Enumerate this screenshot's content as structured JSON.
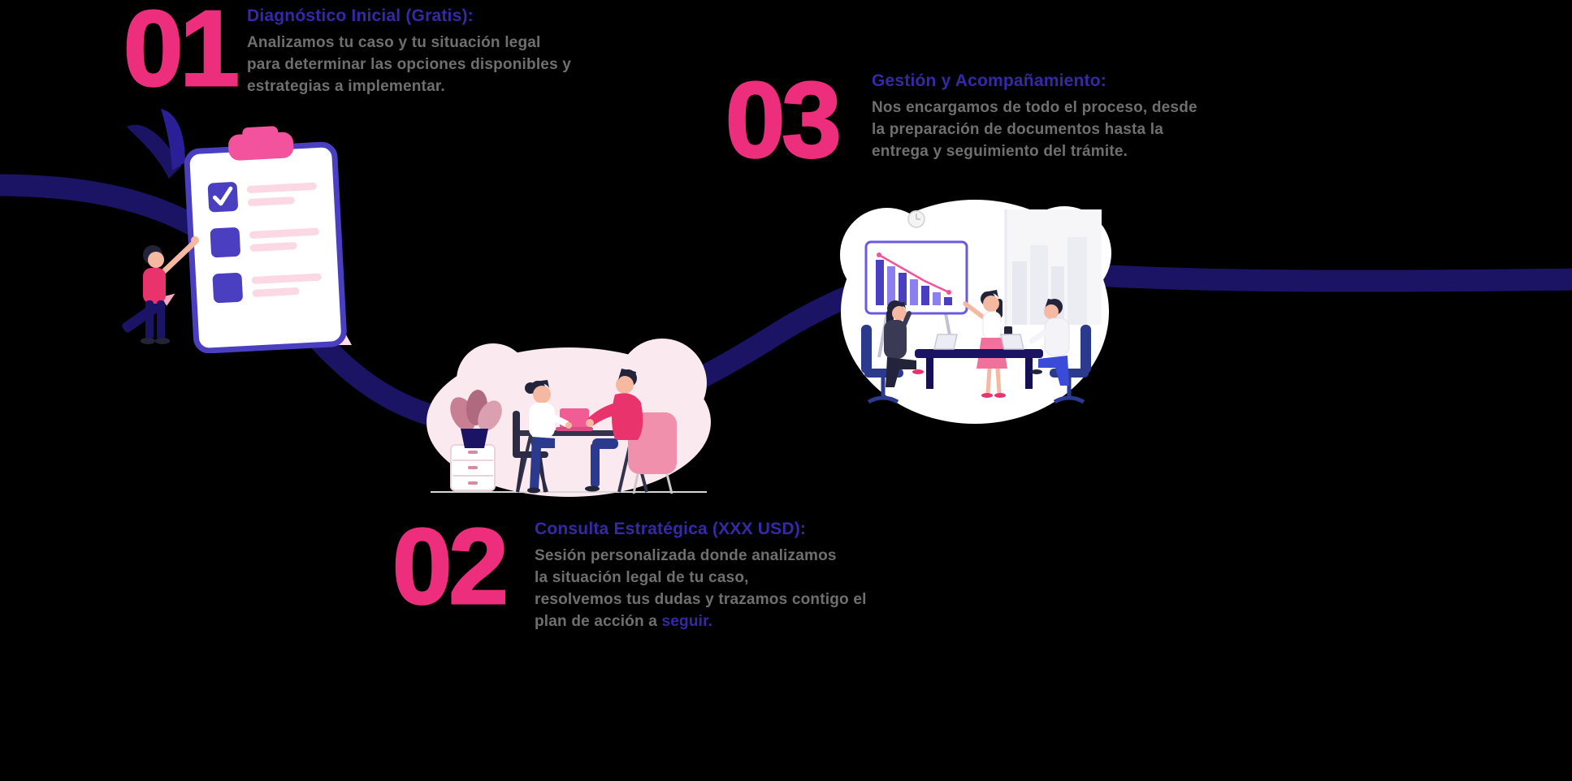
{
  "page": {
    "type": "process-infographic",
    "background": "#000000"
  },
  "colors": {
    "accent_pink": "#EC2E7C",
    "title_blue": "#3629A8",
    "wave_navy": "#1B1464",
    "body_text_gray": "#6F6F6F",
    "blob_pink": "#FBE9F0",
    "blob_white": "#FFFFFF",
    "clipboard_purple": "#4A3FC0",
    "clip_pink": "#F3529C"
  },
  "steps": [
    {
      "number": "01",
      "title": "Diagnóstico Inicial (Gratis):",
      "lines": [
        "Analizamos tu caso y tu situación legal",
        "para determinar las opciones disponibles y",
        "estrategias a implementar."
      ],
      "illustration": "person-completing-checklist-on-clipboard"
    },
    {
      "number": "02",
      "title": "Consulta Estratégica (XXX USD):",
      "lines": [
        "Sesión personalizada donde analizamos",
        "la situación legal de tu caso,",
        "resolvemos tus dudas y trazamos contigo el"
      ],
      "last_line_normal": "plan de acción a ",
      "last_line_accent": "seguir.",
      "illustration": "two-people-consulting-at-table-with-laptop"
    },
    {
      "number": "03",
      "title": "Gestión y Acompañamiento:",
      "lines": [
        "Nos encargamos de todo el proceso, desde",
        "la preparación de documentos hasta la",
        "entrega y seguimiento del trámite."
      ],
      "illustration": "team-meeting-with-declining-chart-presentation"
    }
  ]
}
